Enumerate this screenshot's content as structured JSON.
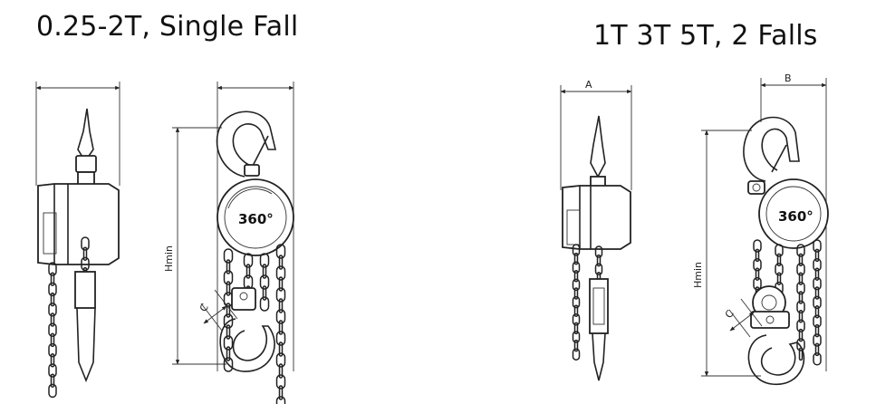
{
  "titles": {
    "left": "0.25-2T,  Single Fall",
    "right": "1T 3T 5T,  2 Falls"
  },
  "labels": {
    "hmin": "Hmin",
    "c": "C",
    "a": "A",
    "b": "B",
    "logo": "360°"
  }
}
